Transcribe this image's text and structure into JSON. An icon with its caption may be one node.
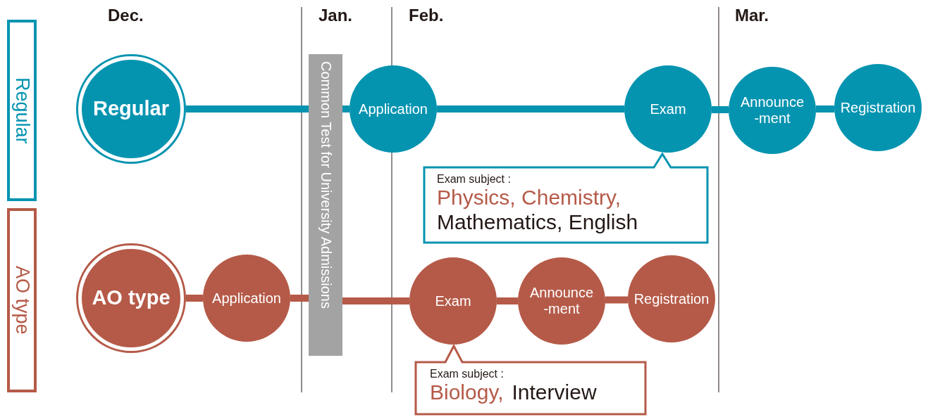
{
  "diagram": {
    "nodes": [
      {
        "text": [
          "Regular"
        ]
      },
      {
        "text": [
          "AO type"
        ]
      },
      {
        "text": [
          "Regular"
        ]
      },
      {
        "text": [
          "Common Test for University Admissions"
        ]
      },
      {
        "text": [
          "Application"
        ]
      },
      {
        "text": [
          "Exam"
        ]
      },
      {
        "text": [
          "Announce -ment"
        ]
      },
      {
        "text": [
          "Registration"
        ]
      },
      {
        "text": [
          "Exam subject :",
          "Physics, Chemistry,",
          "Mathematics, English"
        ]
      },
      {
        "text": [
          "AO type"
        ]
      },
      {
        "text": [
          "Application"
        ]
      },
      {
        "text": [
          "Exam"
        ]
      },
      {
        "text": [
          "Announce -ment"
        ]
      },
      {
        "text": [
          "Registration"
        ]
      },
      {
        "text": [
          "Exam subject :",
          "Biology,",
          "Interview"
        ]
      }
    ],
    "edges": [
      {
        "from": 2,
        "to": 3,
        "arrow": "none"
      },
      {
        "from": 3,
        "to": 4,
        "arrow": "none"
      },
      {
        "from": 4,
        "to": 5,
        "arrow": "none"
      },
      {
        "from": 5,
        "to": 6,
        "arrow": "none"
      },
      {
        "from": 6,
        "to": 7,
        "arrow": "none"
      },
      {
        "from": 9,
        "to": 10,
        "arrow": "none",
        "color": "#b55a48"
      },
      {
        "from": 10,
        "to": 3,
        "arrow": "none",
        "color": "#b55a48"
      },
      {
        "from": 3,
        "to": 11,
        "arrow": "none",
        "color": "#b55a48"
      },
      {
        "from": 11,
        "to": 12,
        "arrow": "none",
        "color": "#b55a48"
      },
      {
        "from": 12,
        "to": 13,
        "arrow": "none",
        "color": "#b55a48"
      }
    ],
    "labels": [
      "Dec.",
      "Jan.",
      "Feb.",
      "Mar."
    ]
  }
}
